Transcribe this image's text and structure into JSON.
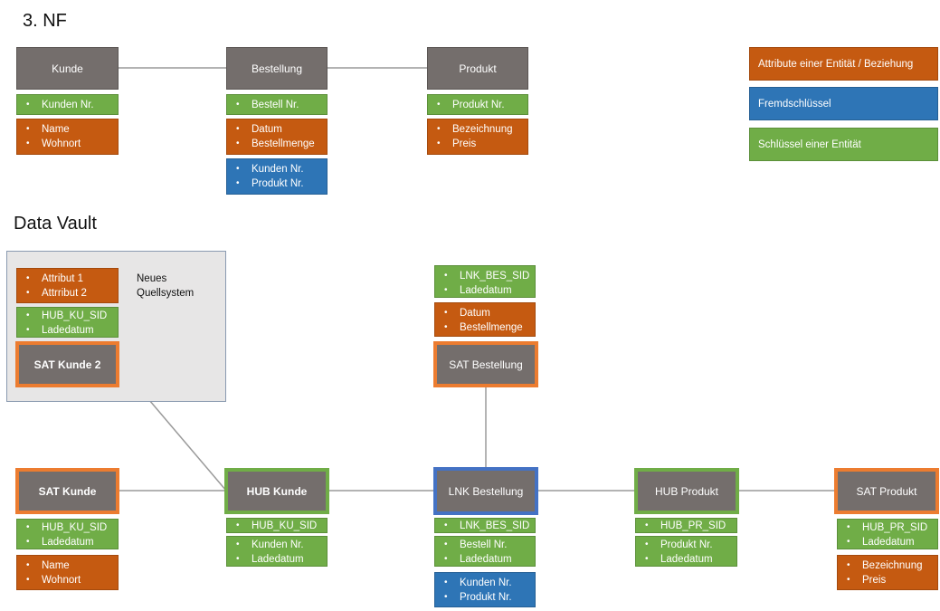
{
  "headings": {
    "nf3": "3. NF",
    "data_vault": "Data Vault"
  },
  "legend": {
    "attributes": "Attribute einer Entität / Beziehung",
    "foreign_key": "Fremdschlüssel",
    "entity_key": "Schlüssel einer Entität"
  },
  "colors": {
    "green": "#70ad47",
    "orange": "#c55a11",
    "blue": "#2e75b6",
    "entity_grey": "#746e6c",
    "frame_orange": "#ec7c30",
    "frame_blue": "#4472c4"
  },
  "nf3": {
    "kunde": {
      "title": "Kunde",
      "key": [
        "Kunden Nr."
      ],
      "attrs": [
        "Name",
        "Wohnort"
      ]
    },
    "bestellung": {
      "title": "Bestellung",
      "key": [
        "Bestell Nr."
      ],
      "attrs": [
        "Datum",
        "Bestellmenge"
      ],
      "fks": [
        "Kunden Nr.",
        "Produkt Nr."
      ]
    },
    "produkt": {
      "title": "Produkt",
      "key": [
        "Produkt Nr."
      ],
      "attrs": [
        "Bezeichnung",
        "Preis"
      ]
    }
  },
  "dv": {
    "new_source": {
      "note": "Neues Quellsystem",
      "attrs": [
        "Attribut 1",
        "Attrribut 2"
      ],
      "key": [
        "HUB_KU_SID",
        "Ladedatum"
      ],
      "title": "SAT Kunde 2"
    },
    "sat_bestellung": {
      "title": "SAT Bestellung",
      "key": [
        "LNK_BES_SID",
        "Ladedatum"
      ],
      "attrs": [
        "Datum",
        "Bestellmenge"
      ]
    },
    "sat_kunde": {
      "title": "SAT Kunde",
      "key": [
        "HUB_KU_SID",
        "Ladedatum"
      ],
      "attrs": [
        "Name",
        "Wohnort"
      ]
    },
    "hub_kunde": {
      "title": "HUB Kunde",
      "sid": [
        "HUB_KU_SID"
      ],
      "bk": [
        "Kunden Nr.",
        "Ladedatum"
      ]
    },
    "lnk_bestellung": {
      "title": "LNK Bestellung",
      "sid": [
        "LNK_BES_SID"
      ],
      "bk": [
        "Bestell Nr.",
        "Ladedatum"
      ],
      "fks": [
        "Kunden Nr.",
        "Produkt Nr."
      ]
    },
    "hub_produkt": {
      "title": "HUB Produkt",
      "sid": [
        "HUB_PR_SID"
      ],
      "bk": [
        "Produkt Nr.",
        "Ladedatum"
      ]
    },
    "sat_produkt": {
      "title": "SAT Produkt",
      "key": [
        "HUB_PR_SID",
        "Ladedatum"
      ],
      "attrs": [
        "Bezeichnung",
        "Preis"
      ]
    }
  }
}
